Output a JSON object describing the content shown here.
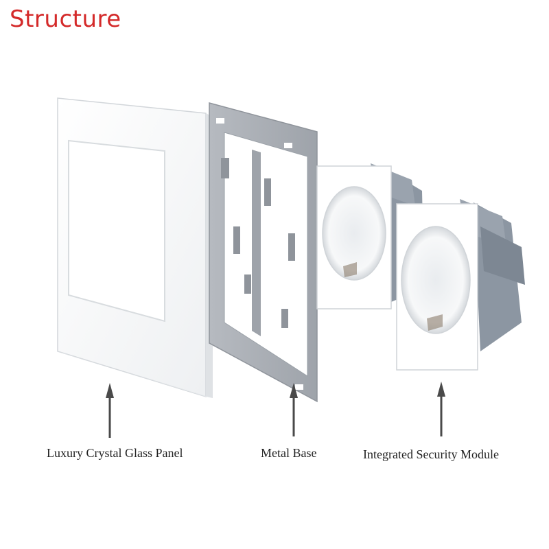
{
  "title": "Structure",
  "labels": {
    "panel": "Luxury Crystal Glass Panel",
    "base": "Metal Base",
    "module": "Integrated Security Module"
  },
  "colors": {
    "title": "#d42a2a",
    "arrow": "#4a4a4a",
    "frame_grey": "#a9adb4",
    "module_grey": "#8c96a2"
  }
}
